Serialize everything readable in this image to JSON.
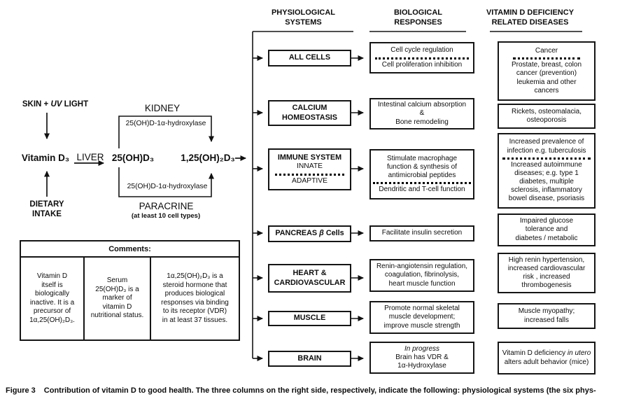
{
  "flow": {
    "skin_pre": "SKIN +",
    "skin_uv": "UV",
    "skin_post": "LIGHT",
    "vitamin_d3": "Vitamin D₃",
    "dietary_intake": "DIETARY\nINTAKE",
    "liver": "LIVER",
    "oh25": "25(OH)D₃",
    "kidney": "KIDNEY",
    "kidney_enzyme": "25(OH)D-1α-hydroxylase",
    "paracrine_enzyme": "25(OH)D-1α-hydroxylase",
    "paracrine": "PARACRINE",
    "paracrine_note": "(at least 10 cell types)",
    "dihydroxy": "1,25(OH)₂D₃"
  },
  "headers": {
    "col1": "PHYSIOLOGICAL\nSYSTEMS",
    "col2": "BIOLOGICAL\nRESPONSES",
    "col3": "VITAMIN D DEFICIENCY\nRELATED DISEASES"
  },
  "rows": [
    {
      "system": "ALL CELLS",
      "response_top": "Cell cycle regulation",
      "response_bottom": "Cell proliferation inhibition",
      "disease_top": "Cancer",
      "disease_bottom": "Prostate, breast, colon\ncancer (prevention)\nleukemia and other\ncancers"
    },
    {
      "system": "CALCIUM\nHOMEOSTASIS",
      "response": "Intestinal calcium absorption\n&\nBone remodeling",
      "disease": "Rickets, osteomalacia,\nosteoporosis"
    },
    {
      "system_title": "IMMUNE SYSTEM",
      "system_innate": "INNATE",
      "system_adaptive": "ADAPTIVE",
      "response_top": "Stimulate macrophage\nfunction & synthesis of\nantimicrobial peptides",
      "response_bottom": "Dendritic and T-cell function",
      "disease_top": "Increased prevalence of\ninfection e.g. tuberculosis",
      "disease_bottom": "Increased autoimmune\ndiseases; e.g. type 1\ndiabetes, multiple\nsclerosis, inflammatory\nbowel disease, psoriasis"
    },
    {
      "system_p1": "PANCREAS",
      "system_beta": "β",
      "system_p2": "Cells",
      "response": "Facilitate insulin secretion",
      "disease": "Impaired glucose\ntolerance and\ndiabetes / metabolic"
    },
    {
      "system": "HEART &\nCARDIOVASCULAR",
      "response": "Renin-angiotensin regulation,\ncoagulation, fibrinolysis,\nheart muscle function",
      "disease": "High renin hypertension,\nincreased cardiovascular\nrisk , increased\nthrombogenesis"
    },
    {
      "system": "MUSCLE",
      "response": "Promote normal skeletal\nmuscle development;\nimprove muscle strength",
      "disease": "Muscle myopathy;\nincreased falls"
    },
    {
      "system": "BRAIN",
      "response_italic": "In progress",
      "response_rest": "Brain has VDR &\n1α-Hydroxylase",
      "disease_p1": "Vitamin D deficiency",
      "disease_it": "in utero",
      "disease_p2": "alters adult behavior (mice)"
    }
  ],
  "comments": {
    "title": "Comments:",
    "cells": [
      "Vitamin D\nitself is\nbiologically\ninactive. It is a\nprecursor of\n1α,25(OH)₂D₃.",
      "Serum\n25(OH)D₃ is a\nmarker of\nvitamin D\nnutritional status.",
      "1α,25(OH)₂D₃ is a\nsteroid hormone that\nproduces biological\nresponses via binding\nto its receptor (VDR)\nin at least 37 tissues."
    ]
  },
  "caption": {
    "label": "Figure 3",
    "text": "Contribution of vitamin D to good health. The three columns on the right side, respectively, indicate the following: physiological systems (the six phys-"
  }
}
